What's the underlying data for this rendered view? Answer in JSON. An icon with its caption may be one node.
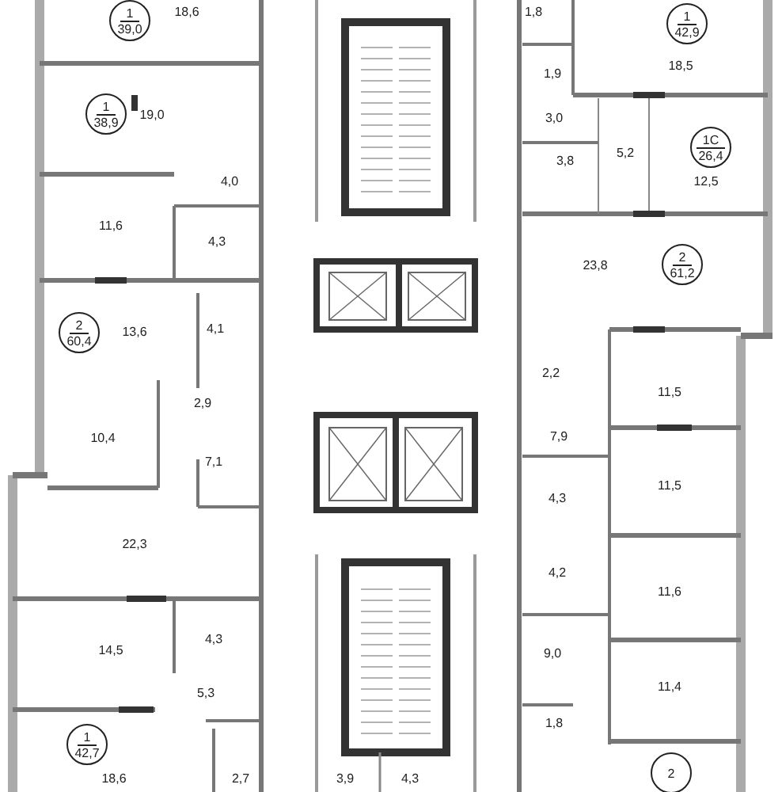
{
  "diagram": {
    "nodes": [
      {
        "text": [
          "1",
          "39,0"
        ]
      },
      {
        "text": [
          "1",
          "38,9"
        ]
      },
      {
        "text": [
          "2",
          "60,4"
        ]
      },
      {
        "text": [
          "1",
          "42,7"
        ]
      },
      {
        "text": [
          "1",
          "42,9"
        ]
      },
      {
        "text": [
          "1С",
          "26,4"
        ]
      },
      {
        "text": [
          "2",
          "61,2"
        ]
      },
      {
        "text": [
          "2"
        ]
      }
    ],
    "labels": [
      "18,6",
      "19,0",
      "4,0",
      "11,6",
      "4,3",
      "13,6",
      "4,1",
      "2,9",
      "10,4",
      "7,1",
      "22,3",
      "14,5",
      "4,3",
      "5,3",
      "18,6",
      "2,7",
      "3,9",
      "4,3",
      "1,8",
      "18,5",
      "1,9",
      "3,0",
      "5,2",
      "3,8",
      "12,5",
      "23,8",
      "2,2",
      "11,5",
      "7,9",
      "11,5",
      "4,3",
      "4,2",
      "11,6",
      "9,0",
      "11,4",
      "1,8"
    ]
  }
}
